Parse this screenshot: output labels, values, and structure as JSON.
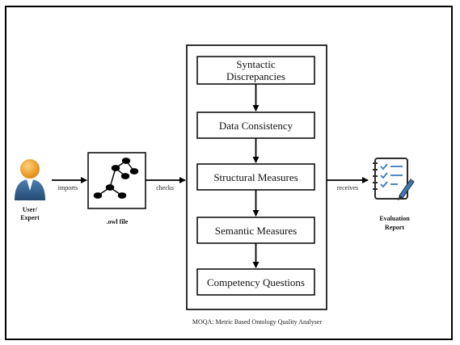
{
  "user": {
    "label_line1": "User/",
    "label_line2": "Expert"
  },
  "arrows": {
    "imports": "imports",
    "checks": "checks",
    "receives": "receives"
  },
  "owl_file": {
    "label": ".owl file"
  },
  "moqa": {
    "caption": "MOQA: Metric Based Ontology Quality Analyser",
    "steps": [
      {
        "line1": "Syntactic",
        "line2": "Discrepancies"
      },
      {
        "line1": "Data Consistency"
      },
      {
        "line1": "Structural Measures"
      },
      {
        "line1": "Semantic Measures"
      },
      {
        "line1": "Competency Questions"
      }
    ]
  },
  "report": {
    "label_line1": "Evaluation",
    "label_line2": "Report"
  },
  "colors": {
    "user_head": "#f0a830",
    "user_body": "#2f5d8c",
    "report_accent": "#3b7ac0"
  },
  "icons": {
    "user": "user-icon",
    "tree": "tree-icon",
    "report": "checklist-report-icon"
  }
}
